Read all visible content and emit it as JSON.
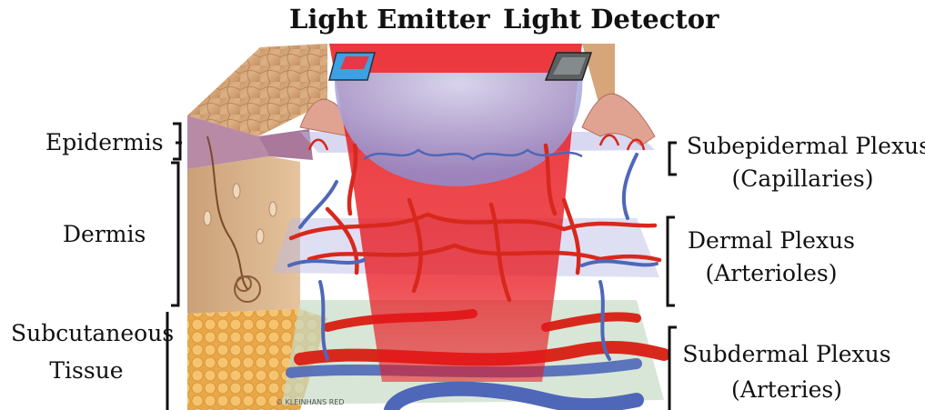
{
  "titles": {
    "emitter": "Light Emitter",
    "detector": "Light Detector"
  },
  "left_labels": {
    "epidermis": "Epidermis",
    "dermis": "Dermis",
    "subcutaneous_line1": "Subcutaneous",
    "subcutaneous_line2": "Tissue"
  },
  "right_labels": {
    "subepidermal_line1": "Subepidermal Plexus",
    "subepidermal_line2": "(Capillaries)",
    "dermal_line1": "Dermal Plexus",
    "dermal_line2": "(Arterioles)",
    "subdermal_line1": "Subdermal Plexus",
    "subdermal_line2": "(Arteries)"
  },
  "credit": "© KLEINHANS RED",
  "colors": {
    "light_beam": "#e8141b",
    "artery": "#d8281c",
    "vein": "#4f67b8",
    "skin": "#d7a774",
    "epidermis_band": "#b98aa6",
    "fat": "#f2b55a",
    "plexus_plane": "#b8b8e6"
  },
  "icons": {
    "emitter": "led-emitter-icon",
    "detector": "photodetector-icon"
  }
}
